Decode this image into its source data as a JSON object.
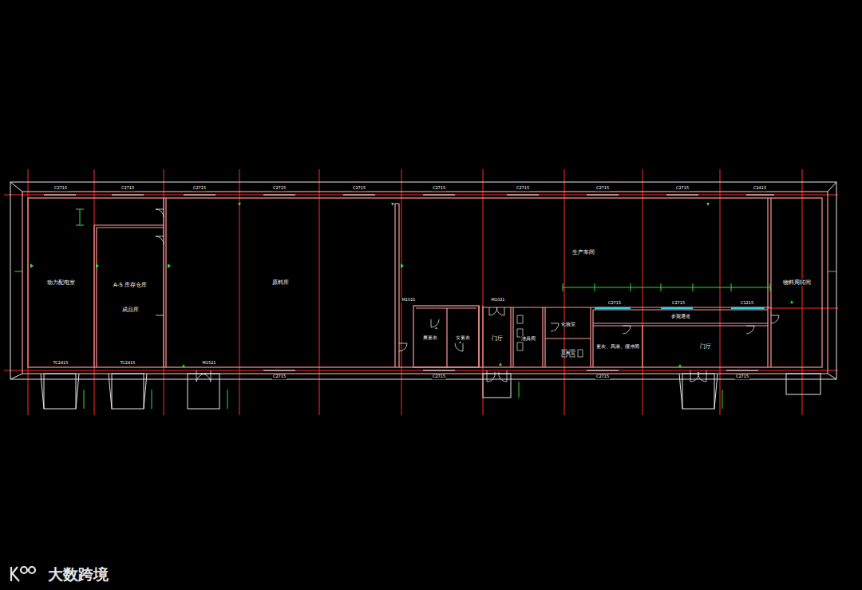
{
  "diagram": {
    "nodes": [
      {
        "text": [
          "动力配电室"
        ]
      },
      {
        "text": [
          "A-S 库存仓库",
          "成品库"
        ]
      },
      {
        "text": [
          "原料库"
        ]
      },
      {
        "text": [
          "生产车间"
        ]
      },
      {
        "text": [
          "物料周转间"
        ]
      },
      {
        "text": [
          "男更衣"
        ]
      },
      {
        "text": [
          "女更衣"
        ]
      },
      {
        "text": [
          "门厅"
        ]
      },
      {
        "text": [
          "洁具间"
        ]
      },
      {
        "text": [
          "化验室"
        ]
      },
      {
        "text": [
          "质检室"
        ]
      },
      {
        "text": [
          "更衣、风淋、缓冲间"
        ]
      },
      {
        "text": [
          "参观通道"
        ]
      },
      {
        "text": [
          "门厅"
        ]
      }
    ],
    "labels": [
      "C2715",
      "C2715",
      "C2715",
      "C2715",
      "C2715",
      "C2715",
      "C2715",
      "C2715",
      "C2715",
      "C2415",
      "TC2415",
      "TC2415",
      "M1521",
      "C2715",
      "C2715",
      "C2715",
      "C2715",
      "C2715",
      "C2715",
      "C1215",
      "M1021",
      "M1021",
      "大数跨境"
    ]
  }
}
